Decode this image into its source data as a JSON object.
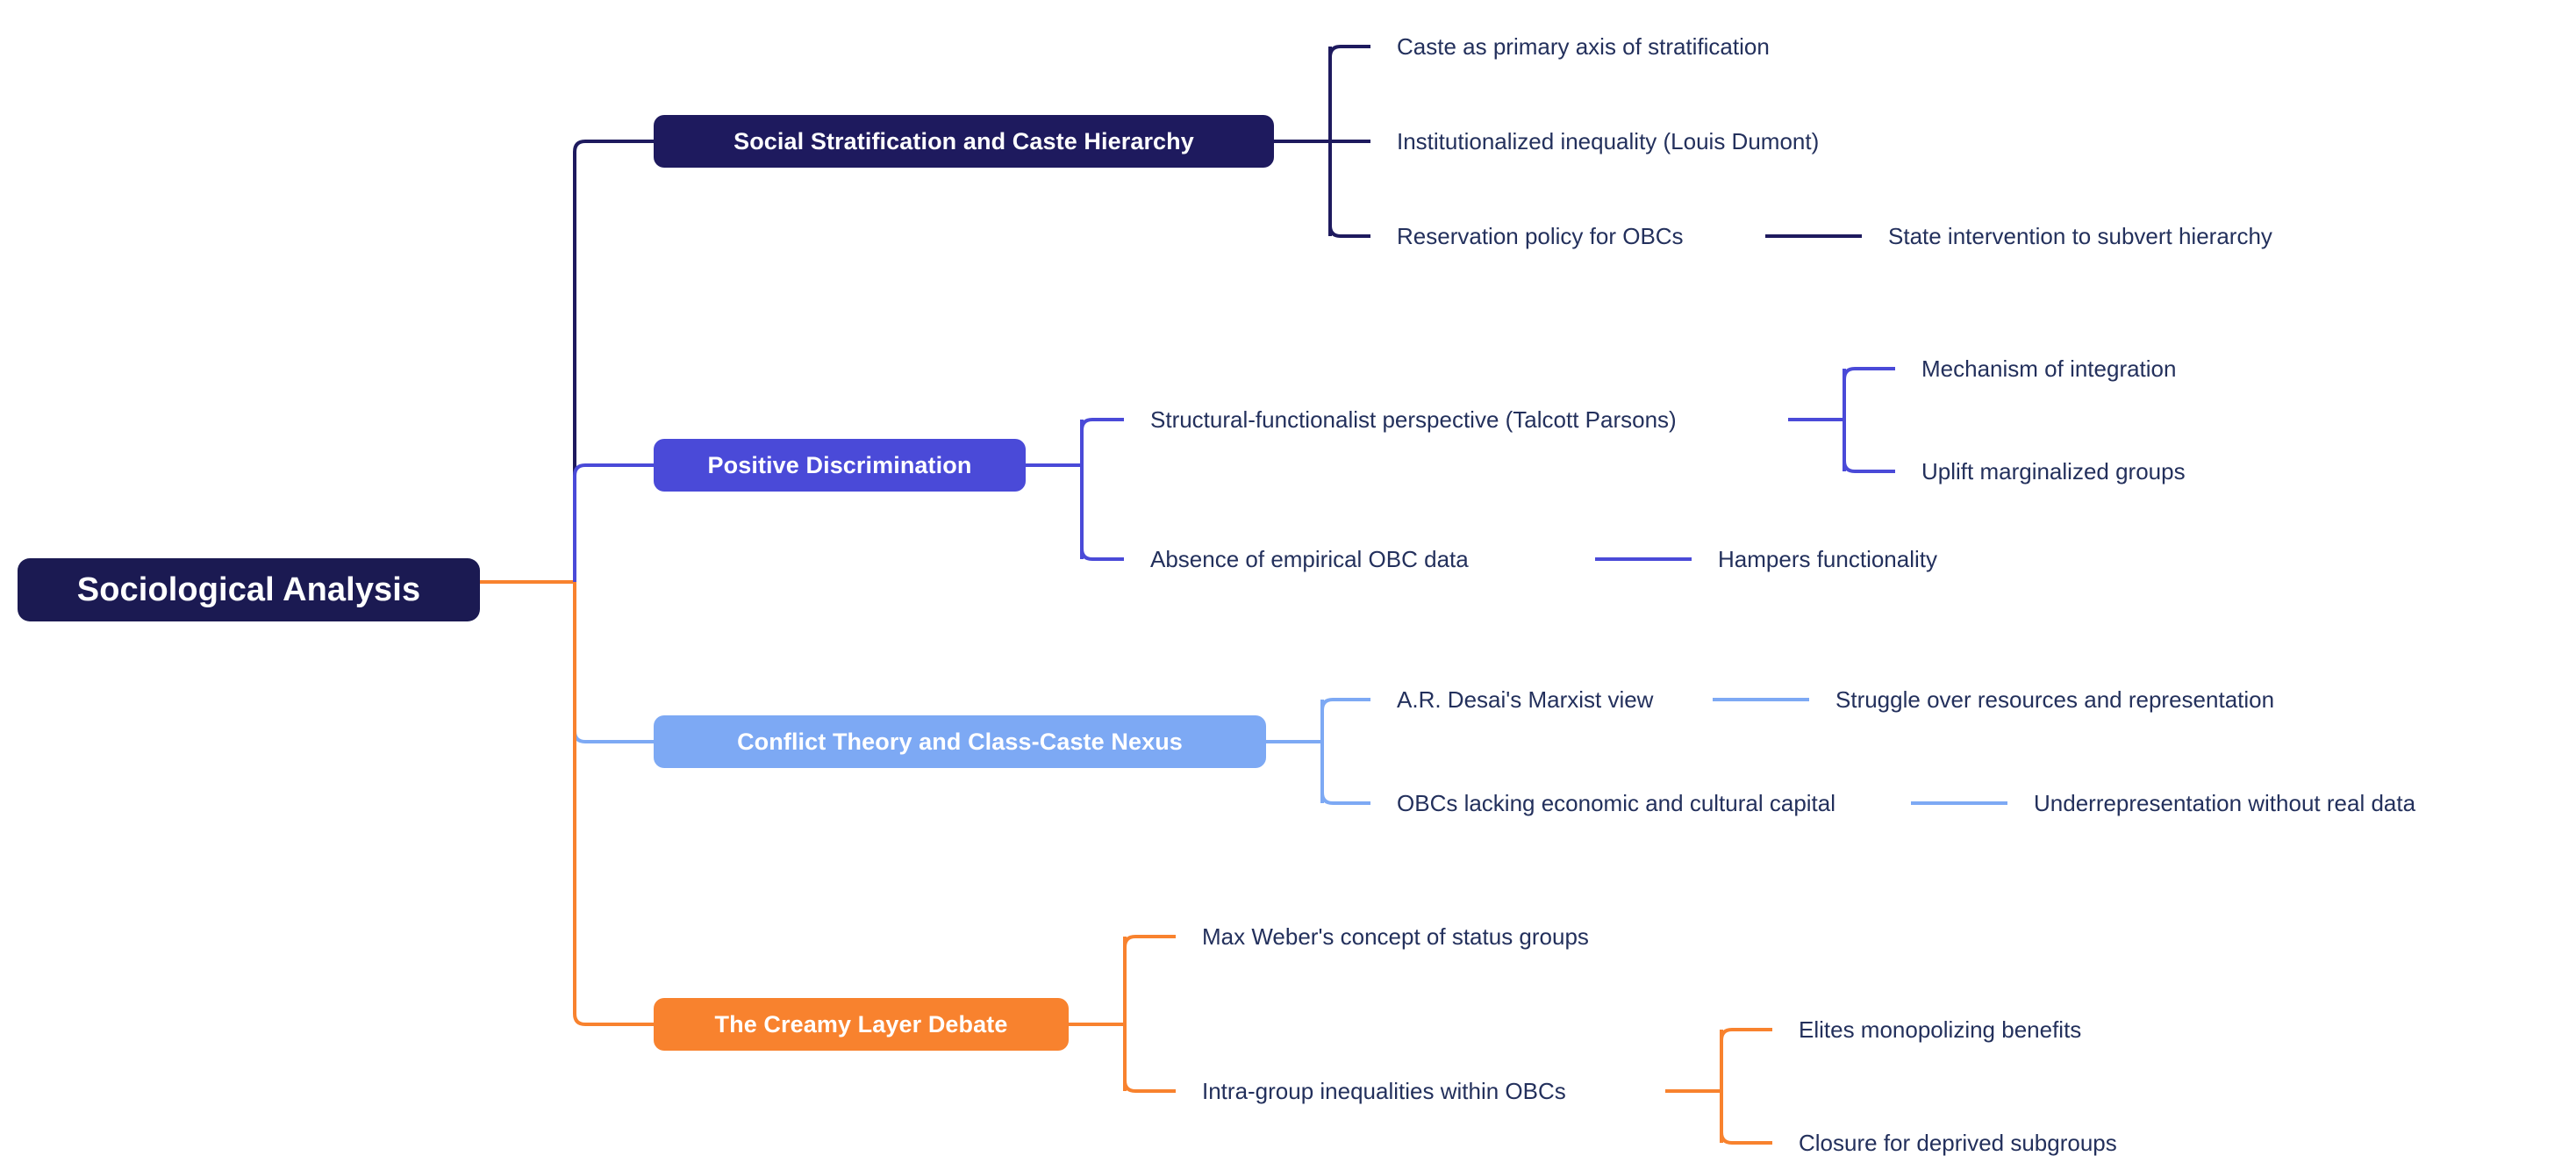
{
  "diagram": {
    "type": "mind-map",
    "background": "#ffffff",
    "root": {
      "label": "Sociological Analysis",
      "fill": "#1b1a52",
      "text_color": "#ffffff"
    },
    "leaf_text_color": "#23305c",
    "branches": [
      {
        "label": "Social Stratification and Caste Hierarchy",
        "color": "#1e1a5e",
        "children": [
          {
            "label": "Caste as primary axis of stratification",
            "children": []
          },
          {
            "label": "Institutionalized inequality (Louis Dumont)",
            "children": []
          },
          {
            "label": "Reservation policy for OBCs",
            "children": [
              {
                "label": "State intervention to subvert hierarchy"
              }
            ]
          }
        ]
      },
      {
        "label": "Positive Discrimination",
        "color": "#4a4ad8",
        "children": [
          {
            "label": "Structural-functionalist perspective (Talcott Parsons)",
            "children": [
              {
                "label": "Mechanism of integration"
              },
              {
                "label": "Uplift marginalized groups"
              }
            ]
          },
          {
            "label": "Absence of empirical OBC data",
            "children": [
              {
                "label": "Hampers functionality"
              }
            ]
          }
        ]
      },
      {
        "label": "Conflict Theory and Class-Caste Nexus",
        "color": "#7da9f4",
        "children": [
          {
            "label": "A.R. Desai's Marxist view",
            "children": [
              {
                "label": "Struggle over resources and representation"
              }
            ]
          },
          {
            "label": "OBCs lacking economic and cultural capital",
            "children": [
              {
                "label": "Underrepresentation without real data"
              }
            ]
          }
        ]
      },
      {
        "label": "The Creamy Layer Debate",
        "color": "#f8822e",
        "children": [
          {
            "label": "Max Weber's concept of status groups",
            "children": []
          },
          {
            "label": "Intra-group inequalities within OBCs",
            "children": [
              {
                "label": "Elites monopolizing benefits"
              },
              {
                "label": "Closure for deprived subgroups"
              }
            ]
          }
        ]
      }
    ]
  }
}
